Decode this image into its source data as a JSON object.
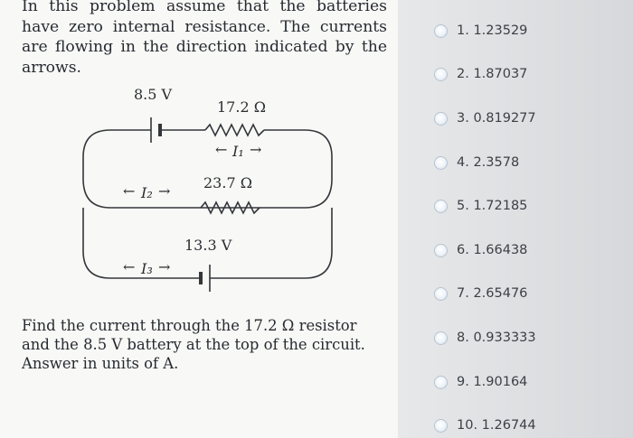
{
  "problem": {
    "intro": "In this problem assume that the batteries have zero internal resistance. The currents are flowing in the direction indicated by the arrows.",
    "question": "Find the current through the 17.2 Ω resistor and the 8.5 V battery at the top of the circuit. Answer in units of A."
  },
  "circuit": {
    "battery_top": "8.5 V",
    "r_top": "17.2 Ω",
    "current_1": "I₁",
    "current_2": "I₂",
    "r_middle": "23.7 Ω",
    "battery_bottom": "13.3 V",
    "current_3": "I₃",
    "arrow_left": "←",
    "arrow_right": "→"
  },
  "options": [
    {
      "label": "1. 1.23529"
    },
    {
      "label": "2. 1.87037"
    },
    {
      "label": "3. 0.819277"
    },
    {
      "label": "4. 2.3578"
    },
    {
      "label": "5. 1.72185"
    },
    {
      "label": "6. 1.66438"
    },
    {
      "label": "7. 2.65476"
    },
    {
      "label": "8. 0.933333"
    },
    {
      "label": "9. 1.90164"
    },
    {
      "label": "10. 1.26744"
    }
  ]
}
